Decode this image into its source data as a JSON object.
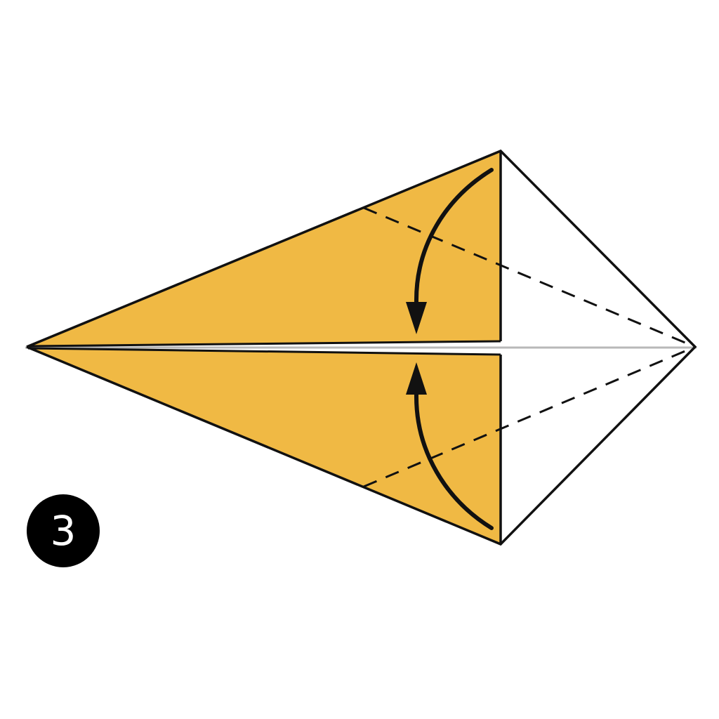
{
  "step": {
    "number": "3"
  },
  "colors": {
    "paper_colored": "#f0b944",
    "paper_white": "#ffffff",
    "outline": "#111111",
    "crease": "#b8b8b8",
    "badge": "#000000",
    "badge_text": "#ffffff"
  },
  "diagram": {
    "folds": [
      {
        "edge": "top",
        "direction": "down",
        "line_style": "dashed"
      },
      {
        "edge": "bottom",
        "direction": "up",
        "line_style": "dashed"
      }
    ],
    "icons": [
      "fold-arrow-down-icon",
      "fold-arrow-up-icon"
    ]
  }
}
